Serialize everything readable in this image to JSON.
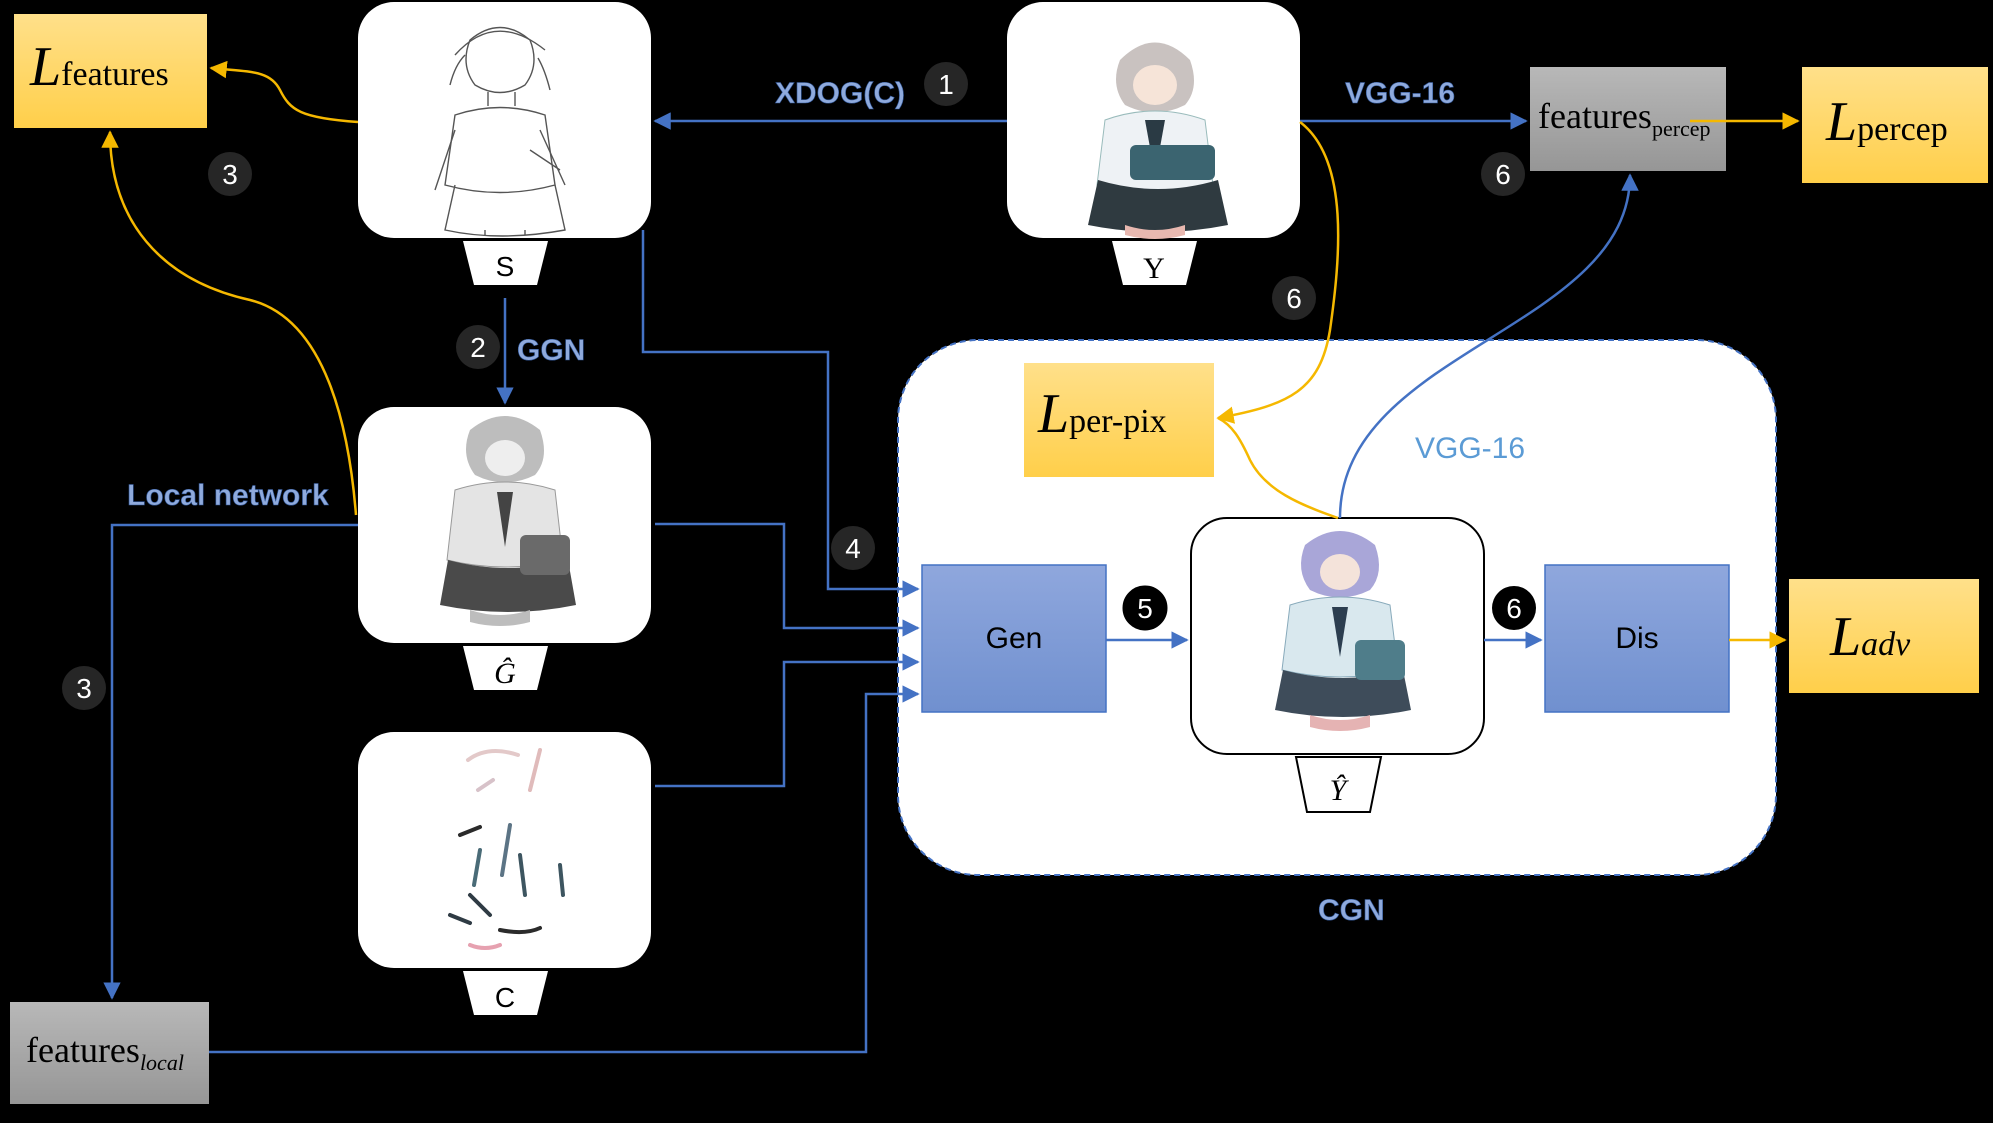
{
  "labels": {
    "loss_features": {
      "main": "L",
      "sub": "features"
    },
    "loss_percep": {
      "main": "L",
      "sub": "percep"
    },
    "loss_per_pix": {
      "main": "L",
      "sub": "per-pix"
    },
    "loss_adv": {
      "main": "L",
      "sub": "adv"
    },
    "features_percep": {
      "main": "features",
      "sub": "percep"
    },
    "features_local": {
      "main": "features",
      "sub": "local"
    },
    "xdog": "XDOG(C)",
    "vgg_top": "VGG-16",
    "vgg_inner": "VGG-16",
    "ggn": "GGN",
    "local_network": "Local network",
    "cgn": "CGN",
    "gen": "Gen",
    "dis": "Dis",
    "tag_s": "S",
    "tag_y": "Y",
    "tag_g": "Ĝ",
    "tag_c": "C",
    "tag_yhat": "Ŷ"
  },
  "steps": {
    "s1": "1",
    "s2": "2",
    "s3a": "3",
    "s3b": "3",
    "s4": "4",
    "s5": "5",
    "s6a": "6",
    "s6b": "6",
    "s6c": "6"
  },
  "colors": {
    "background": "#000000",
    "blue_arrow": "#4472C4",
    "orange_arrow": "#F5B800",
    "loss_box": "#FFD966",
    "feature_box": "#A6A6A6",
    "block_box": "#8FAADC",
    "label_blue": "#8FAADC"
  }
}
